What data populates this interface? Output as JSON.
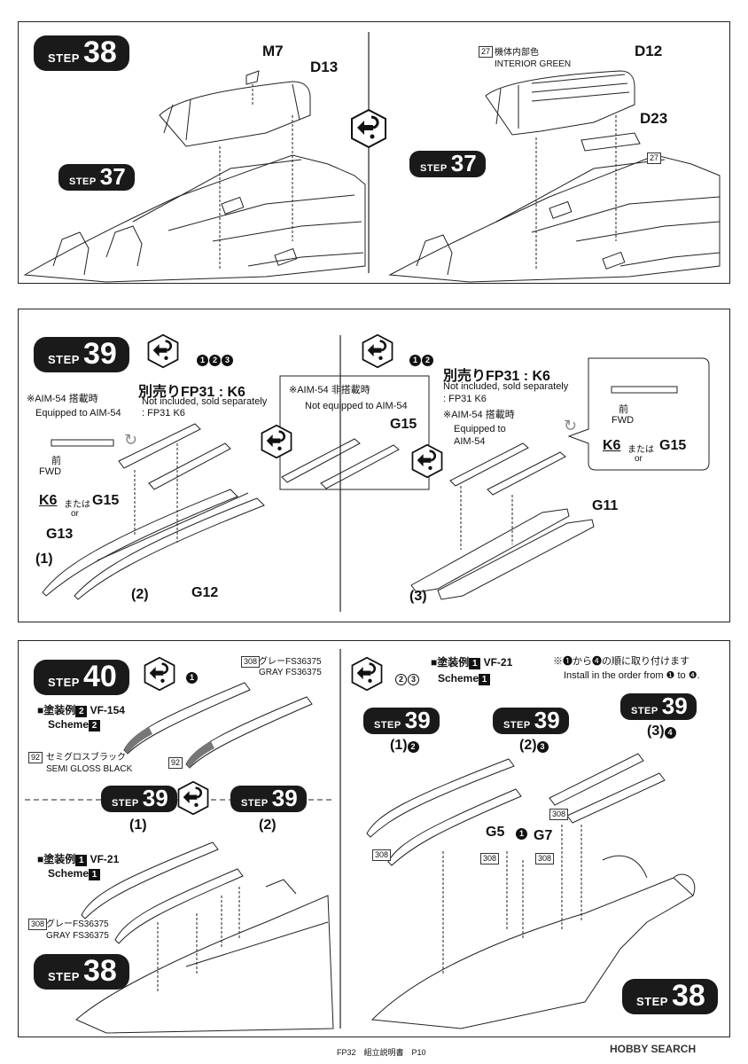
{
  "step38_top": {
    "word": "STEP",
    "num": "38",
    "parts": {
      "m7": "M7",
      "d13": "D13",
      "d12": "D12",
      "d23": "D23"
    },
    "paint": {
      "chip": "27",
      "jp": "機体内部色",
      "en": "INTERIOR GREEN"
    },
    "chip2": "27"
  },
  "step37": {
    "word": "STEP",
    "num": "37"
  },
  "step39": {
    "word": "STEP",
    "num": "39",
    "left": {
      "opt_nums": [
        "1",
        "2",
        "3"
      ],
      "note_jp": "※AIM-54 搭載時",
      "note_en": "Equipped to AIM-54",
      "title": "別売りFP31 : K6",
      "ns_en": "Not included, sold separately",
      "ns_part": ": FP31 K6",
      "fwd_jp": "前",
      "fwd_en": "FWD",
      "k6": "K6",
      "mataha": "または",
      "g15": "G15",
      "or": "or",
      "g13": "G13",
      "g12": "G12",
      "n1": "(1)",
      "n2": "(2)"
    },
    "mid": {
      "note_jp": "※AIM-54 非搭載時",
      "note_en": "Not equipped to AIM-54",
      "g15": "G15"
    },
    "right": {
      "opt_nums": [
        "1",
        "2"
      ],
      "title": "別売りFP31 : K6",
      "ns_en": "Not included, sold separately",
      "ns_part": ": FP31 K6",
      "note_jp": "※AIM-54 搭載時",
      "note_en1": "Equipped to",
      "note_en2": "AIM-54",
      "g11": "G11",
      "n3": "(3)",
      "fwd_jp": "前",
      "fwd_en": "FWD",
      "k6": "K6",
      "mataha": "または",
      "g15": "G15",
      "or": "or"
    }
  },
  "step40": {
    "word": "STEP",
    "num": "40",
    "opt_nums": [
      "1"
    ],
    "gray": {
      "chip": "308",
      "jp": "グレーFS36375",
      "en": "GRAY FS36375"
    },
    "scheme2": {
      "jp": "■塗装例",
      "num": "2",
      "name": "VF-154",
      "en": "Scheme",
      "en_num": "2"
    },
    "black": {
      "chip": "92",
      "jp": "セミグロスブラック",
      "en": "SEMI GLOSS BLACK"
    },
    "chip92b": "92",
    "step39a": "39",
    "step39b": "39",
    "stepword": "STEP",
    "n1": "(1)",
    "n2": "(2)",
    "scheme1": {
      "jp": "■塗装例",
      "num": "1",
      "name": "VF-21",
      "en": "Scheme",
      "en_num": "1"
    },
    "gray2": {
      "chip": "308",
      "jp": "グレーFS36375",
      "en": "GRAY FS36375"
    },
    "step38": "38"
  },
  "step40r": {
    "opt_nums": [
      "2",
      "3"
    ],
    "scheme1": {
      "jp": "■塗装例",
      "num": "1",
      "name": "VF-21",
      "en": "Scheme",
      "en_num": "1"
    },
    "order_jp": "※❶から❹の順に取り付けます",
    "order_en": "Install in the order from ❶ to ❹.",
    "s1": {
      "num": "39",
      "label": "(1)",
      "c": "2"
    },
    "s2": {
      "num": "39",
      "label": "(2)",
      "c": "3"
    },
    "s3": {
      "num": "39",
      "label": "(3)",
      "c": "4"
    },
    "g5": "G5",
    "g7": "G7",
    "c1": "1",
    "chip308": "308",
    "step38": "38"
  },
  "footer": {
    "text": "FP32　組立説明書　P10",
    "brand": "HOBBY SEARCH"
  }
}
